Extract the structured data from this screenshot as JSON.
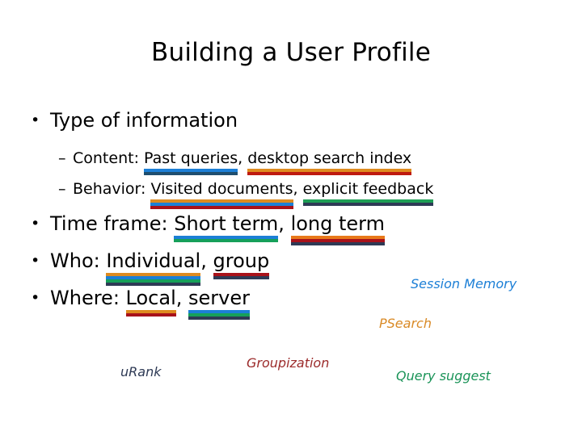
{
  "slide": {
    "title": "Building a User Profile",
    "bullets": [
      {
        "marker": "•",
        "lead": "Type of information"
      },
      {
        "marker": "•",
        "lead": "Time frame: ",
        "seg1": "Short term",
        "sep": ", ",
        "seg2": "long term"
      },
      {
        "marker": "•",
        "lead": "Who: ",
        "seg1": "Individual",
        "sep": ", ",
        "seg2": "group"
      },
      {
        "marker": "•",
        "lead": "Where: ",
        "seg1": "Local",
        "sep": ", ",
        "seg2": "server"
      }
    ],
    "sub_bullets": [
      {
        "marker": "–",
        "lead": "Content: ",
        "seg1": "Past queries",
        "sep": ", ",
        "seg2": "desktop search index"
      },
      {
        "marker": "–",
        "lead": "Behavior: ",
        "seg1": "Visited documents",
        "sep": ", ",
        "seg2": "explicit feedback"
      }
    ],
    "annotations": [
      {
        "label": "Session Memory",
        "color": "#1C7FD6"
      },
      {
        "label": "PSearch",
        "color": "#D98A26"
      },
      {
        "label": "uRank",
        "color": "#2E3A55"
      },
      {
        "label": "Groupization",
        "color": "#9C2C2C"
      },
      {
        "label": "Query suggest",
        "color": "#199357"
      }
    ],
    "palette": {
      "blue": "#1C7FD6",
      "navy": "#1F4E6E",
      "dark_navy": "#2E3A55",
      "orange": "#DE8B20",
      "orange_bright": "#E8791A",
      "red": "#BE1A10",
      "dark_red": "#A8121A",
      "green": "#16A05A"
    }
  }
}
